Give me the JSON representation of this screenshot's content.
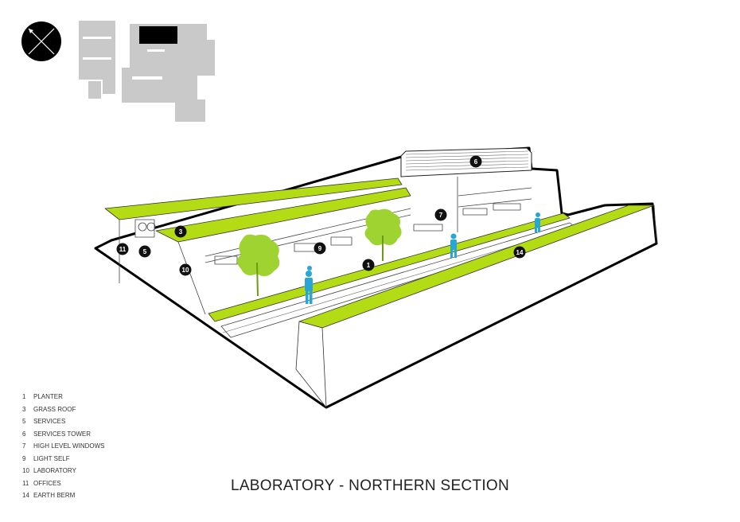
{
  "title": "LABORATORY - NORTHERN SECTION",
  "legend": [
    {
      "num": "1",
      "label": "PLANTER"
    },
    {
      "num": "3",
      "label": "GRASS ROOF"
    },
    {
      "num": "5",
      "label": "SERVICES"
    },
    {
      "num": "6",
      "label": "SERVICES TOWER"
    },
    {
      "num": "7",
      "label": "HIGH LEVEL WINDOWS"
    },
    {
      "num": "9",
      "label": "LIGHT SELF"
    },
    {
      "num": "10",
      "label": "LABORATORY"
    },
    {
      "num": "11",
      "label": "OFFICES"
    },
    {
      "num": "14",
      "label": "EARTH BERM"
    }
  ],
  "callouts": [
    "1",
    "3",
    "5",
    "6",
    "7",
    "9",
    "10",
    "11",
    "14"
  ],
  "colors": {
    "grass": "#b4dc14",
    "tree": "#9fd332",
    "figure": "#29a6d6",
    "site_plan": "#c9c9c9",
    "highlight": "#000000"
  },
  "icons": {
    "north_arrow": "compass-north-arrow-icon"
  }
}
